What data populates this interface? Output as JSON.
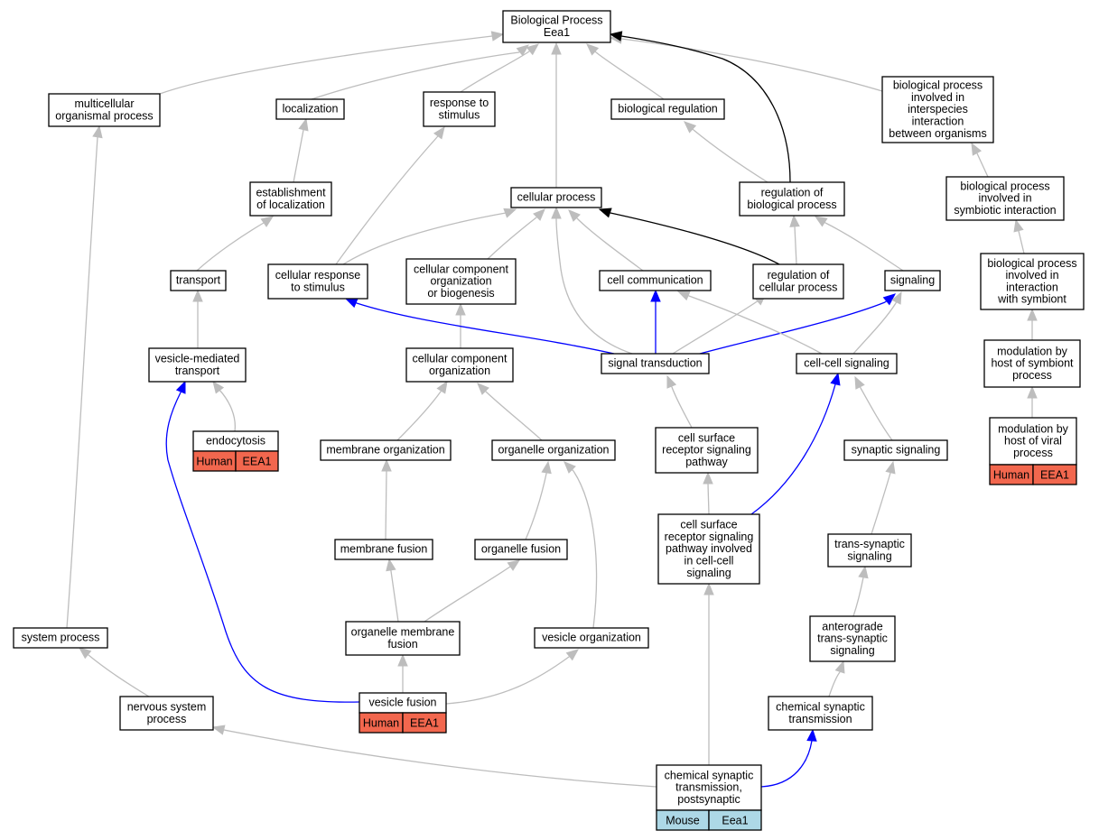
{
  "colors": {
    "edge_gray": "#bdbdbd",
    "edge_black": "#000000",
    "edge_blue": "#0000ff",
    "human": "#f2674e",
    "mouse": "#add8e6"
  },
  "nodes": {
    "bp": {
      "lines": [
        "Biological Process",
        "Eea1"
      ]
    },
    "mop": {
      "lines": [
        "multicellular",
        "organismal process"
      ]
    },
    "loc": {
      "lines": [
        "localization"
      ]
    },
    "rts": {
      "lines": [
        "response to",
        "stimulus"
      ]
    },
    "breg": {
      "lines": [
        "biological regulation"
      ]
    },
    "interspecies": {
      "lines": [
        "biological process",
        "involved in",
        "interspecies",
        "interaction",
        "between organisms"
      ]
    },
    "estloc": {
      "lines": [
        "establishment",
        "of localization"
      ]
    },
    "cp": {
      "lines": [
        "cellular process"
      ]
    },
    "rbp": {
      "lines": [
        "regulation of",
        "biological process"
      ]
    },
    "symbiotic": {
      "lines": [
        "biological process",
        "involved in",
        "symbiotic interaction"
      ]
    },
    "transport": {
      "lines": [
        "transport"
      ]
    },
    "crts": {
      "lines": [
        "cellular response",
        "to stimulus"
      ]
    },
    "ccob": {
      "lines": [
        "cellular component",
        "organization",
        "or biogenesis"
      ]
    },
    "cc": {
      "lines": [
        "cell communication"
      ]
    },
    "rcp": {
      "lines": [
        "regulation of",
        "cellular process"
      ]
    },
    "signaling": {
      "lines": [
        "signaling"
      ]
    },
    "withsym": {
      "lines": [
        "biological process",
        "involved in",
        "interaction",
        "with symbiont"
      ]
    },
    "vmt": {
      "lines": [
        "vesicle-mediated",
        "transport"
      ]
    },
    "cco": {
      "lines": [
        "cellular component",
        "organization"
      ]
    },
    "st": {
      "lines": [
        "signal transduction"
      ]
    },
    "ccs": {
      "lines": [
        "cell-cell signaling"
      ]
    },
    "modsym": {
      "lines": [
        "modulation by",
        "host of symbiont",
        "process"
      ]
    },
    "endo": {
      "lines": [
        "endocytosis"
      ]
    },
    "memorg": {
      "lines": [
        "membrane organization"
      ]
    },
    "orgorg": {
      "lines": [
        "organelle organization"
      ]
    },
    "csrsp": {
      "lines": [
        "cell surface",
        "receptor signaling",
        "pathway"
      ]
    },
    "synsig": {
      "lines": [
        "synaptic signaling"
      ]
    },
    "modviral": {
      "lines": [
        "modulation by",
        "host of viral",
        "process"
      ]
    },
    "memfus": {
      "lines": [
        "membrane fusion"
      ]
    },
    "orgfus": {
      "lines": [
        "organelle fusion"
      ]
    },
    "csrspcc": {
      "lines": [
        "cell surface",
        "receptor signaling",
        "pathway involved",
        "in cell-cell",
        "signaling"
      ]
    },
    "transsyn": {
      "lines": [
        "trans-synaptic",
        "signaling"
      ]
    },
    "sysproc": {
      "lines": [
        "system process"
      ]
    },
    "omf": {
      "lines": [
        "organelle membrane",
        "fusion"
      ]
    },
    "vesorg": {
      "lines": [
        "vesicle organization"
      ]
    },
    "antero": {
      "lines": [
        "anterograde",
        "trans-synaptic",
        "signaling"
      ]
    },
    "nsp": {
      "lines": [
        "nervous system",
        "process"
      ]
    },
    "vesfus": {
      "lines": [
        "vesicle fusion"
      ]
    },
    "cst": {
      "lines": [
        "chemical synaptic",
        "transmission"
      ]
    },
    "cstp": {
      "lines": [
        "chemical synaptic",
        "transmission,",
        "postsynaptic"
      ]
    }
  },
  "annotations": [
    {
      "node": "endo",
      "species": "Human",
      "gene": "EEA1",
      "color": "#f2674e"
    },
    {
      "node": "modviral",
      "species": "Human",
      "gene": "EEA1",
      "color": "#f2674e"
    },
    {
      "node": "vesfus",
      "species": "Human",
      "gene": "EEA1",
      "color": "#f2674e"
    },
    {
      "node": "cstp",
      "species": "Mouse",
      "gene": "Eea1",
      "color": "#add8e6"
    }
  ],
  "legend_colors": {
    "gray": "is_a",
    "black": "regulates",
    "blue": "part_of"
  }
}
